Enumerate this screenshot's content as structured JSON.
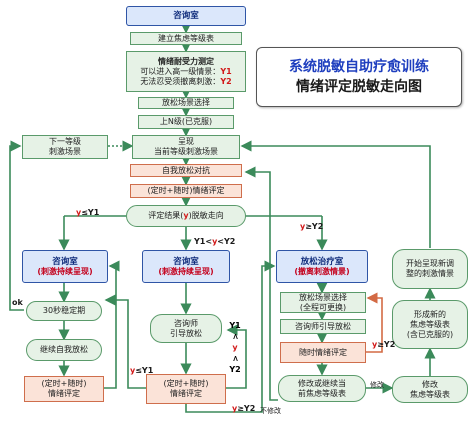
{
  "title": {
    "line1": "系统脱敏自助疗愈训练",
    "line2": "情绪评定脱敏走向图"
  },
  "top": {
    "consult": "咨询室",
    "build": "建立焦虑等级表",
    "tol_title": "情绪耐受力测定",
    "tol_l1": "可以进入高一级情景：",
    "tol_y1": "Y1",
    "tol_l2": "无法忍受须撤离刺激：",
    "tol_y2": "Y2",
    "relax_select": "放松场景选择",
    "up_level": "上N级(已克服)",
    "present_1": "呈现",
    "present_2": "当前等级刺激场景",
    "self_relax": "自我放松对抗",
    "rating": "(定时+随时)情绪评定",
    "result_pre": "评定结果(",
    "result_y": "y",
    "result_post": ")脱敏走向"
  },
  "side": {
    "next_1": "下一等级",
    "next_2": "刺激场景",
    "ok": "ok"
  },
  "col1": {
    "room": "咨询室",
    "sub": "(刺激持续呈现)",
    "steady": "30秒稳定期",
    "cont": "继续自我放松",
    "rate_1": "(定时+随时)",
    "rate_2": "情绪评定"
  },
  "col2": {
    "room": "咨询室",
    "sub": "(刺激持续呈现)",
    "guide_1": "咨询师",
    "guide_2": "引导放松",
    "rate_1": "(定时+随时)",
    "rate_2": "情绪评定",
    "range_a": "Y1",
    "range_b": "<",
    "range_c": "y",
    "range_d": "<",
    "range_e": "Y2"
  },
  "col3": {
    "room": "放松治疗室",
    "sub": "(撤离刺激情景)",
    "select_1": "放松场景选择",
    "select_2": "(全程可更换)",
    "guide": "咨询师引导放松",
    "rate": "随时情绪评定",
    "modify_1": "修改或继续当",
    "modify_2": "前焦虑等级表"
  },
  "col4": {
    "new_1": "开始呈现新调",
    "new_2": "整的刺激情景",
    "form_1": "形成新的",
    "form_2": "焦虑等级表",
    "form_3": "(含已克服的)",
    "mod_1": "修改",
    "mod_2": "焦虑等级表"
  },
  "labels": {
    "y_le_y1_pre": "y",
    "y_le_y1_post": "≤Y1",
    "y_range_pre": "Y1<",
    "y_range_y": "y",
    "y_range_post": "<Y2",
    "y_ge_y2_pre": "y",
    "y_ge_y2_post": "≥Y2",
    "y_le_y1_b_pre": "y",
    "y_le_y1_b_post": "≤Y1",
    "y_ge_y2_b_pre": "y",
    "y_ge_y2_b_post": "≥Y2",
    "y_ge_y2_c_pre": "y",
    "y_ge_y2_c_post": "≥Y2",
    "no_modify": "不修改",
    "modify": "修改"
  }
}
